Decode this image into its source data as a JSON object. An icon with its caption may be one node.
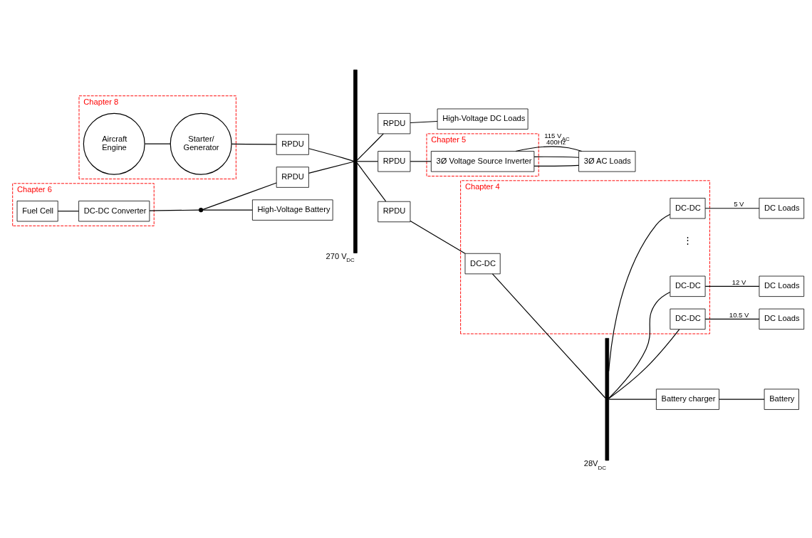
{
  "diagram": {
    "nodes": [
      {
        "text": [
          "Chapter 8"
        ]
      },
      {
        "text": [
          "Aircraft Engine"
        ],
        "in": 0
      },
      {
        "text": [
          "Starter/ Generator"
        ],
        "in": 0
      },
      {
        "text": [
          "RPDU"
        ]
      },
      {
        "text": [
          "270 V$_{DC}$"
        ]
      },
      {
        "text": [
          "RPDU"
        ]
      },
      {
        "text": [
          "High-Voltage DC Loads"
        ]
      },
      {
        "text": [
          "Chapter 5"
        ]
      },
      {
        "text": [
          "RPDU"
        ]
      },
      {
        "text": [
          "3Ø Voltage Source Inverter"
        ],
        "in": 7
      },
      {
        "text": [
          "3Ø AC Loads"
        ]
      },
      {
        "text": [
          "Chapter 6"
        ]
      },
      {
        "text": [
          "Fuel Cell"
        ],
        "in": 11
      },
      {
        "text": [
          "DC-DC Converter"
        ],
        "in": 11
      },
      {
        "text": [],
        "shape": "circle"
      },
      {
        "text": [
          "RPDU"
        ]
      },
      {
        "text": [
          "High-Voltage Battery"
        ]
      },
      {
        "text": [
          "RPDU"
        ]
      },
      {
        "text": [
          "Chapter 4"
        ]
      },
      {
        "text": [
          "DC-DC"
        ],
        "in": 18
      },
      {
        "text": [
          "28V$_{DC}$"
        ]
      },
      {
        "text": [
          "Battery charger"
        ]
      },
      {
        "text": [
          "Battery"
        ]
      },
      {
        "text": [
          "DC-DC"
        ],
        "in": 18
      },
      {
        "text": [
          "DC Loads"
        ]
      },
      {
        "text": [
          "DC-DC"
        ],
        "in": 18
      },
      {
        "text": [
          "DC Loads"
        ]
      },
      {
        "text": [
          "DC-DC"
        ],
        "in": 18
      },
      {
        "text": [
          "DC Loads"
        ]
      }
    ],
    "edges": [
      {
        "from": 1,
        "to": 2,
        "arrow": "none"
      },
      {
        "from": 2,
        "to": 3,
        "arrow": "none"
      },
      {
        "from": 3,
        "to": 4,
        "arrow": "none"
      },
      {
        "from": 4,
        "to": 5,
        "arrow": "none"
      },
      {
        "from": 5,
        "to": 6,
        "arrow": "none"
      },
      {
        "from": 4,
        "to": 8,
        "arrow": "none"
      },
      {
        "from": 8,
        "to": 9,
        "arrow": "none"
      },
      {
        "from": 9,
        "to": 10,
        "arrow": "none",
        "label": "115 V$_{AC}$ 400Hz"
      },
      {
        "from": 9,
        "to": 10,
        "arrow": "none"
      },
      {
        "from": 9,
        "to": 10,
        "arrow": "none"
      },
      {
        "from": 12,
        "to": 13,
        "arrow": "none"
      },
      {
        "from": 13,
        "to": 14,
        "arrow": "none"
      },
      {
        "from": 14,
        "to": 15,
        "arrow": "none"
      },
      {
        "from": 14,
        "to": 16,
        "arrow": "none"
      },
      {
        "from": 15,
        "to": 4,
        "arrow": "none"
      },
      {
        "from": 4,
        "to": 17,
        "arrow": "none"
      },
      {
        "from": 17,
        "to": 19,
        "arrow": "none"
      },
      {
        "from": 19,
        "to": 20,
        "arrow": "none"
      },
      {
        "from": 20,
        "to": 21,
        "arrow": "none"
      },
      {
        "from": 21,
        "to": 22,
        "arrow": "none"
      },
      {
        "from": 20,
        "to": 23,
        "arrow": "none"
      },
      {
        "from": 23,
        "to": 24,
        "arrow": "none",
        "label": "5 V"
      },
      {
        "from": 20,
        "to": 25,
        "arrow": "none"
      },
      {
        "from": 25,
        "to": 26,
        "arrow": "none",
        "label": "12 V"
      },
      {
        "from": 20,
        "to": 27,
        "arrow": "none"
      },
      {
        "from": 27,
        "to": 28,
        "arrow": "none",
        "label": "10.5 V"
      }
    ],
    "labels": [
      "⋮"
    ]
  }
}
